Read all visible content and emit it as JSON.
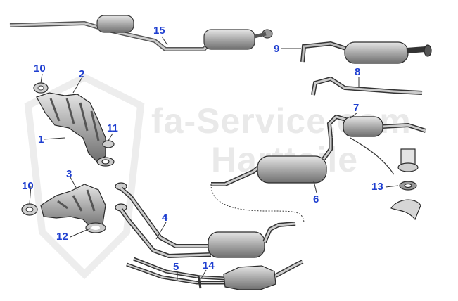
{
  "watermark": {
    "line1": "fa-Service.com",
    "line2": "Hartteile"
  },
  "colors": {
    "label": "#1f3fd0",
    "part_fill": "#b9b9b9",
    "part_stroke": "#3a3a3a"
  },
  "part_numbers": {
    "p1": "1",
    "p2": "2",
    "p3": "3",
    "p4": "4",
    "p5": "5",
    "p6": "6",
    "p7": "7",
    "p8": "8",
    "p9": "9",
    "p10a": "10",
    "p10b": "10",
    "p11": "11",
    "p12": "12",
    "p13": "13",
    "p14": "14",
    "p15": "15"
  }
}
